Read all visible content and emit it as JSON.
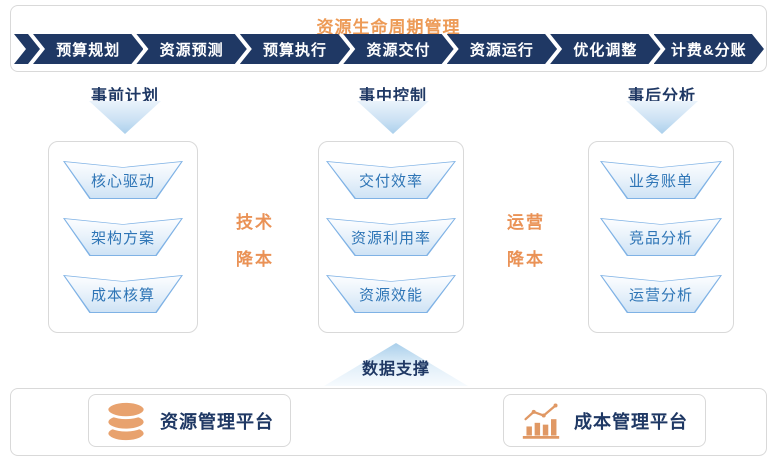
{
  "header": {
    "title": "资源生命周期管理",
    "stages": [
      "预算规划",
      "资源预测",
      "预算执行",
      "资源交付",
      "资源运行",
      "优化调整",
      "计费&分账"
    ]
  },
  "columns": [
    {
      "label": "事前计划",
      "items": [
        "核心驱动",
        "架构方案",
        "成本核算"
      ]
    },
    {
      "label": "事中控制",
      "items": [
        "交付效率",
        "资源利用率",
        "资源效能"
      ]
    },
    {
      "label": "事后分析",
      "items": [
        "业务账单",
        "竞品分析",
        "运营分析"
      ]
    }
  ],
  "side_labels": [
    {
      "line1": "技术",
      "line2": "降本"
    },
    {
      "line1": "运营",
      "line2": "降本"
    }
  ],
  "data_support": {
    "label": "数据支撑"
  },
  "platforms": [
    {
      "label": "资源管理平台",
      "icon": "database-icon"
    },
    {
      "label": "成本管理平台",
      "icon": "bar-chart-icon"
    }
  ],
  "colors": {
    "navy": "#1F3864",
    "title_orange": "#ED9B57",
    "side_orange": "#EA9256",
    "trap_text_blue": "#2E75B6",
    "trap_border_blue": "#7FB2E5",
    "icon_orange": "#E8A26E",
    "box_border_gray": "#D9D9D9"
  }
}
